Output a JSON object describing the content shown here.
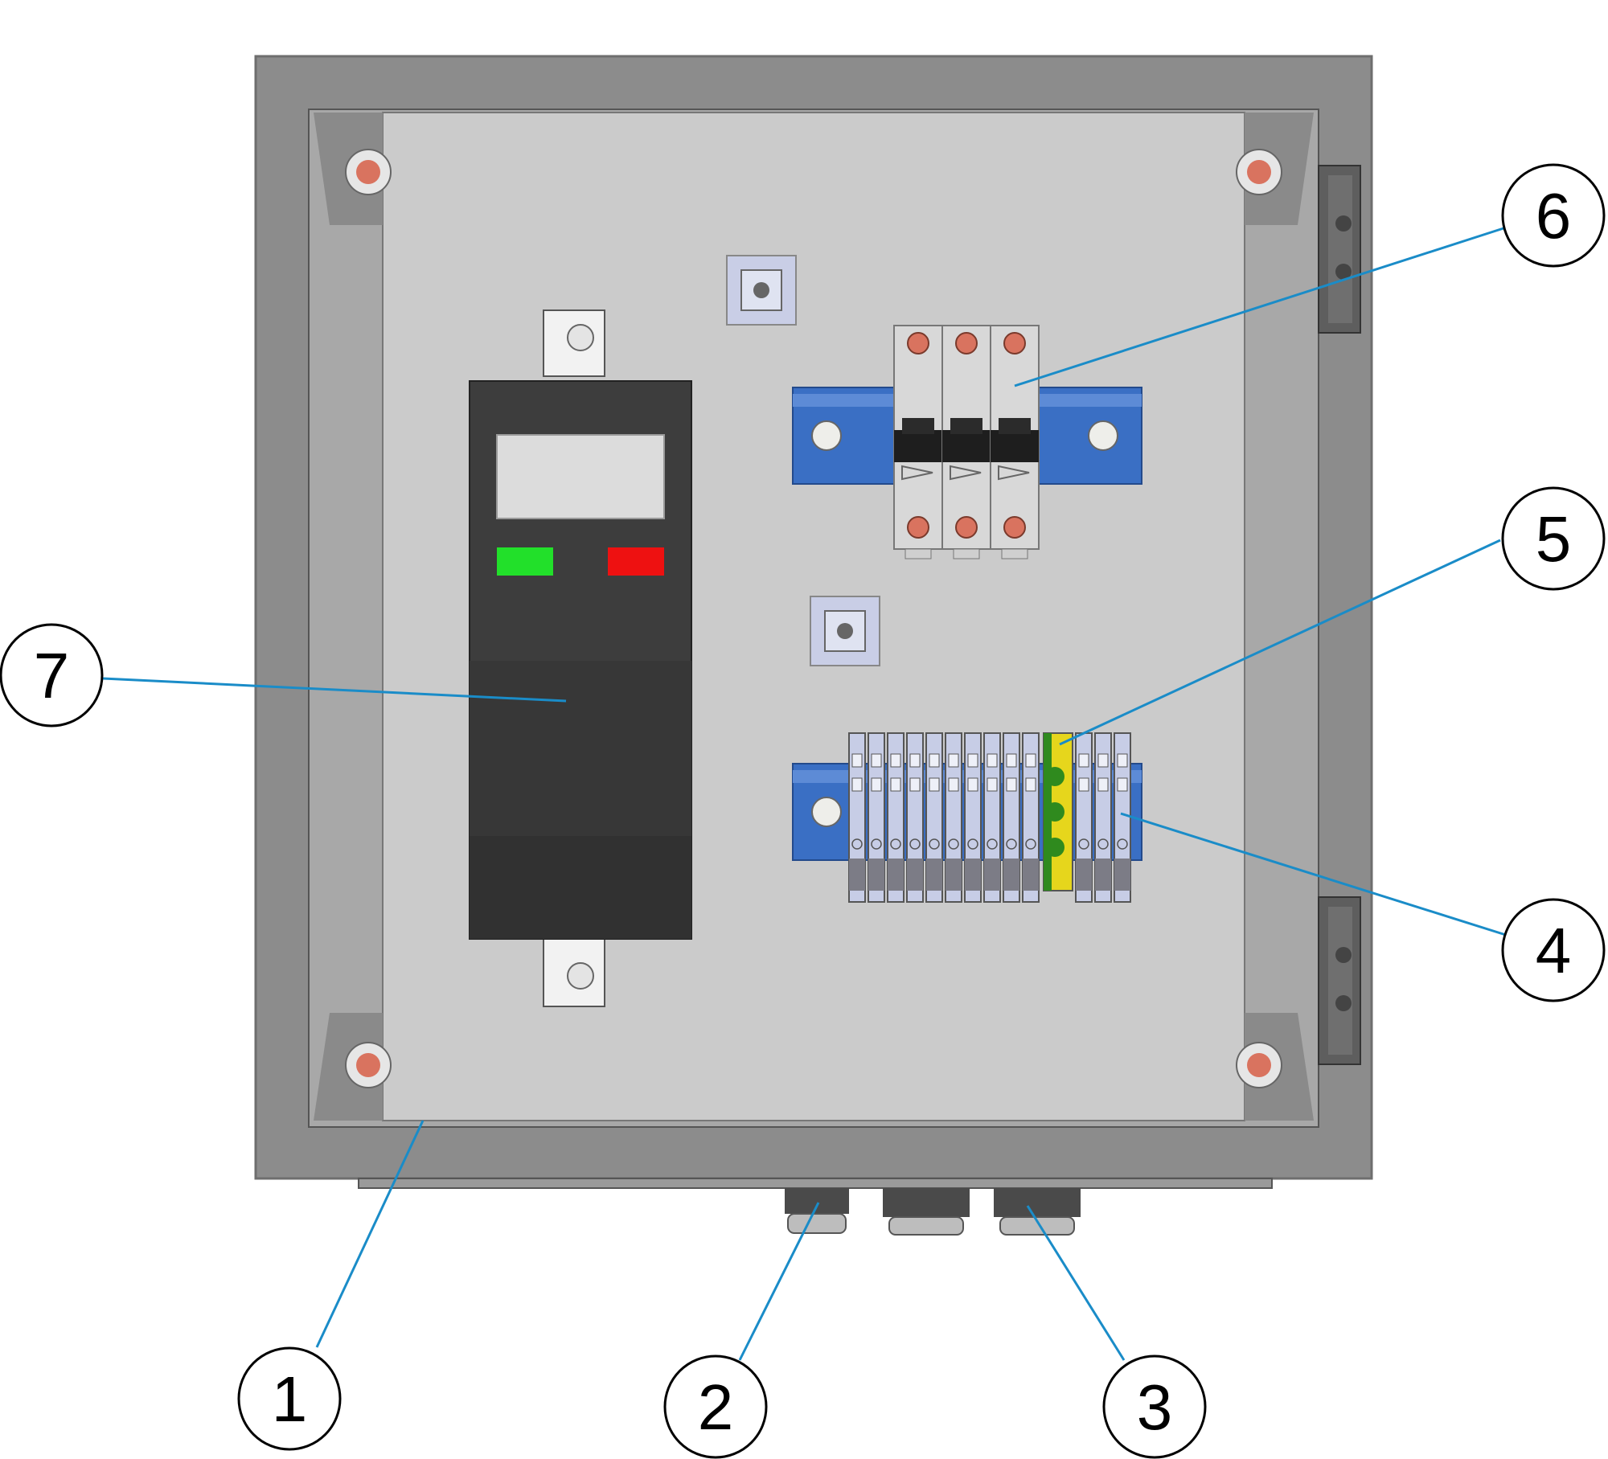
{
  "callouts": [
    {
      "label": "1",
      "part": "enclosure"
    },
    {
      "label": "2",
      "part": "cable-gland-small"
    },
    {
      "label": "3",
      "part": "cable-gland-large"
    },
    {
      "label": "4",
      "part": "terminal-block"
    },
    {
      "label": "5",
      "part": "ground-terminal"
    },
    {
      "label": "6",
      "part": "circuit-breaker"
    },
    {
      "label": "7",
      "part": "controller-unit"
    }
  ],
  "colors": {
    "enclosure_frame": "#8c8c8c",
    "mounting_plate": "#cbcbcb",
    "din_rail": "#3a6fc4",
    "controller_body": "#3d3d3d",
    "status_green": "#22e02a",
    "status_red": "#ee1111",
    "ground_terminal": "#e6d61c",
    "leader_line": "#1a8cc8",
    "screw_head": "#d9735f"
  }
}
